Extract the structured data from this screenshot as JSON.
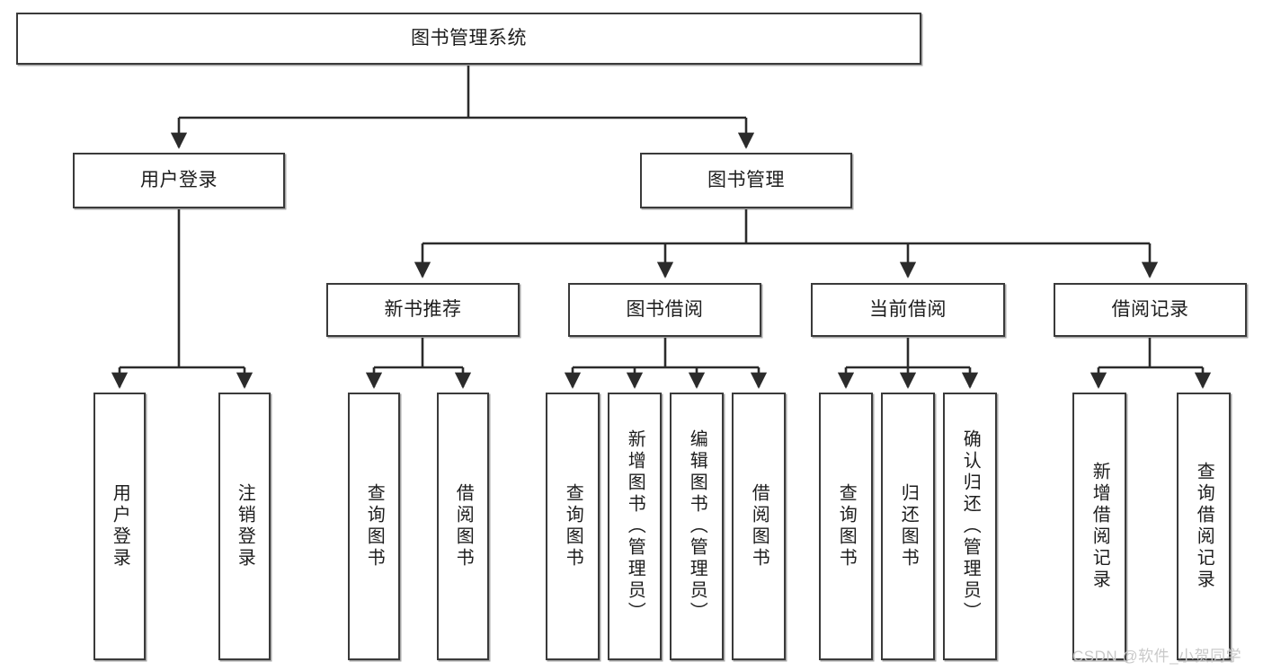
{
  "diagram": {
    "title": "图书管理系统",
    "type": "hierarchy-tree",
    "colors": {
      "box_border": "#3a3a3a",
      "box_fill": "#ffffff",
      "edge": "#2b2b2b",
      "text": "#1d1d1d",
      "watermark": "#c9c9c9",
      "background": "#ffffff"
    },
    "watermark": "CSDN @软件_小贺同学",
    "levels": {
      "root": {
        "label": "图书管理系统"
      },
      "level2": [
        {
          "label": "用户登录"
        },
        {
          "label": "图书管理"
        }
      ],
      "level3": [
        {
          "label": "新书推荐"
        },
        {
          "label": "图书借阅"
        },
        {
          "label": "当前借阅"
        },
        {
          "label": "借阅记录"
        }
      ],
      "leaves": {
        "user_login": [
          {
            "label": "用户登录"
          },
          {
            "label": "注销登录"
          }
        ],
        "new_book_recommend": [
          {
            "label": "查询图书"
          },
          {
            "label": "借阅图书"
          }
        ],
        "book_borrow": [
          {
            "label": "查询图书"
          },
          {
            "label": "新增图书（管理员）"
          },
          {
            "label": "编辑图书（管理员）"
          },
          {
            "label": "借阅图书"
          }
        ],
        "current_borrow": [
          {
            "label": "查询图书"
          },
          {
            "label": "归还图书"
          },
          {
            "label": "确认归还（管理员）"
          }
        ],
        "borrow_record": [
          {
            "label": "新增借阅记录"
          },
          {
            "label": "查询借阅记录"
          }
        ]
      }
    }
  }
}
